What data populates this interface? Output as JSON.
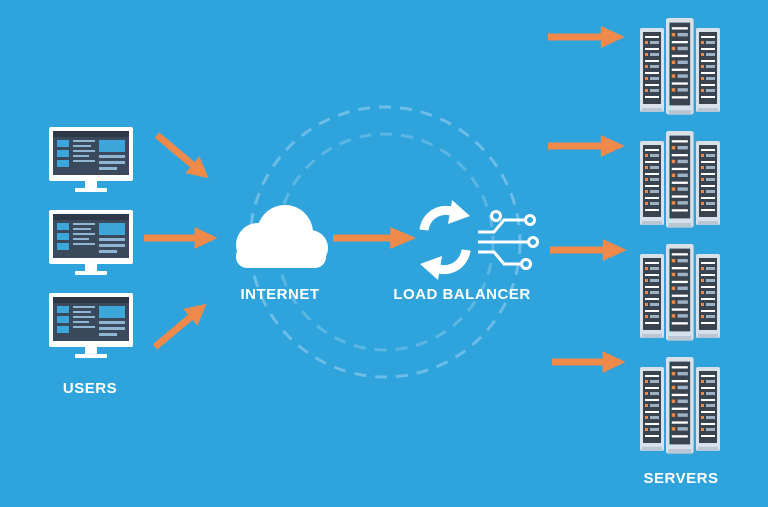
{
  "labels": {
    "users": "USERS",
    "internet": "INTERNET",
    "load_balancer": "LOAD BALANCER",
    "servers": "SERVERS"
  },
  "icons": {
    "user": "desktop-monitor-icon",
    "internet": "cloud-icon",
    "balancer": "refresh-arrows-icon",
    "server": "server-rack-icon"
  },
  "colors": {
    "background": "#2ea3dc",
    "arrow": "#f08a4b",
    "icon_white": "#ffffff",
    "screen_dark": "#3a4a5c",
    "screen_blue": "#3fa6dc",
    "rack_body": "#d8e1ea",
    "rack_panel": "#3a4350",
    "circle_dash": "#7cc3ea"
  },
  "counts": {
    "users": 3,
    "servers": 4
  }
}
